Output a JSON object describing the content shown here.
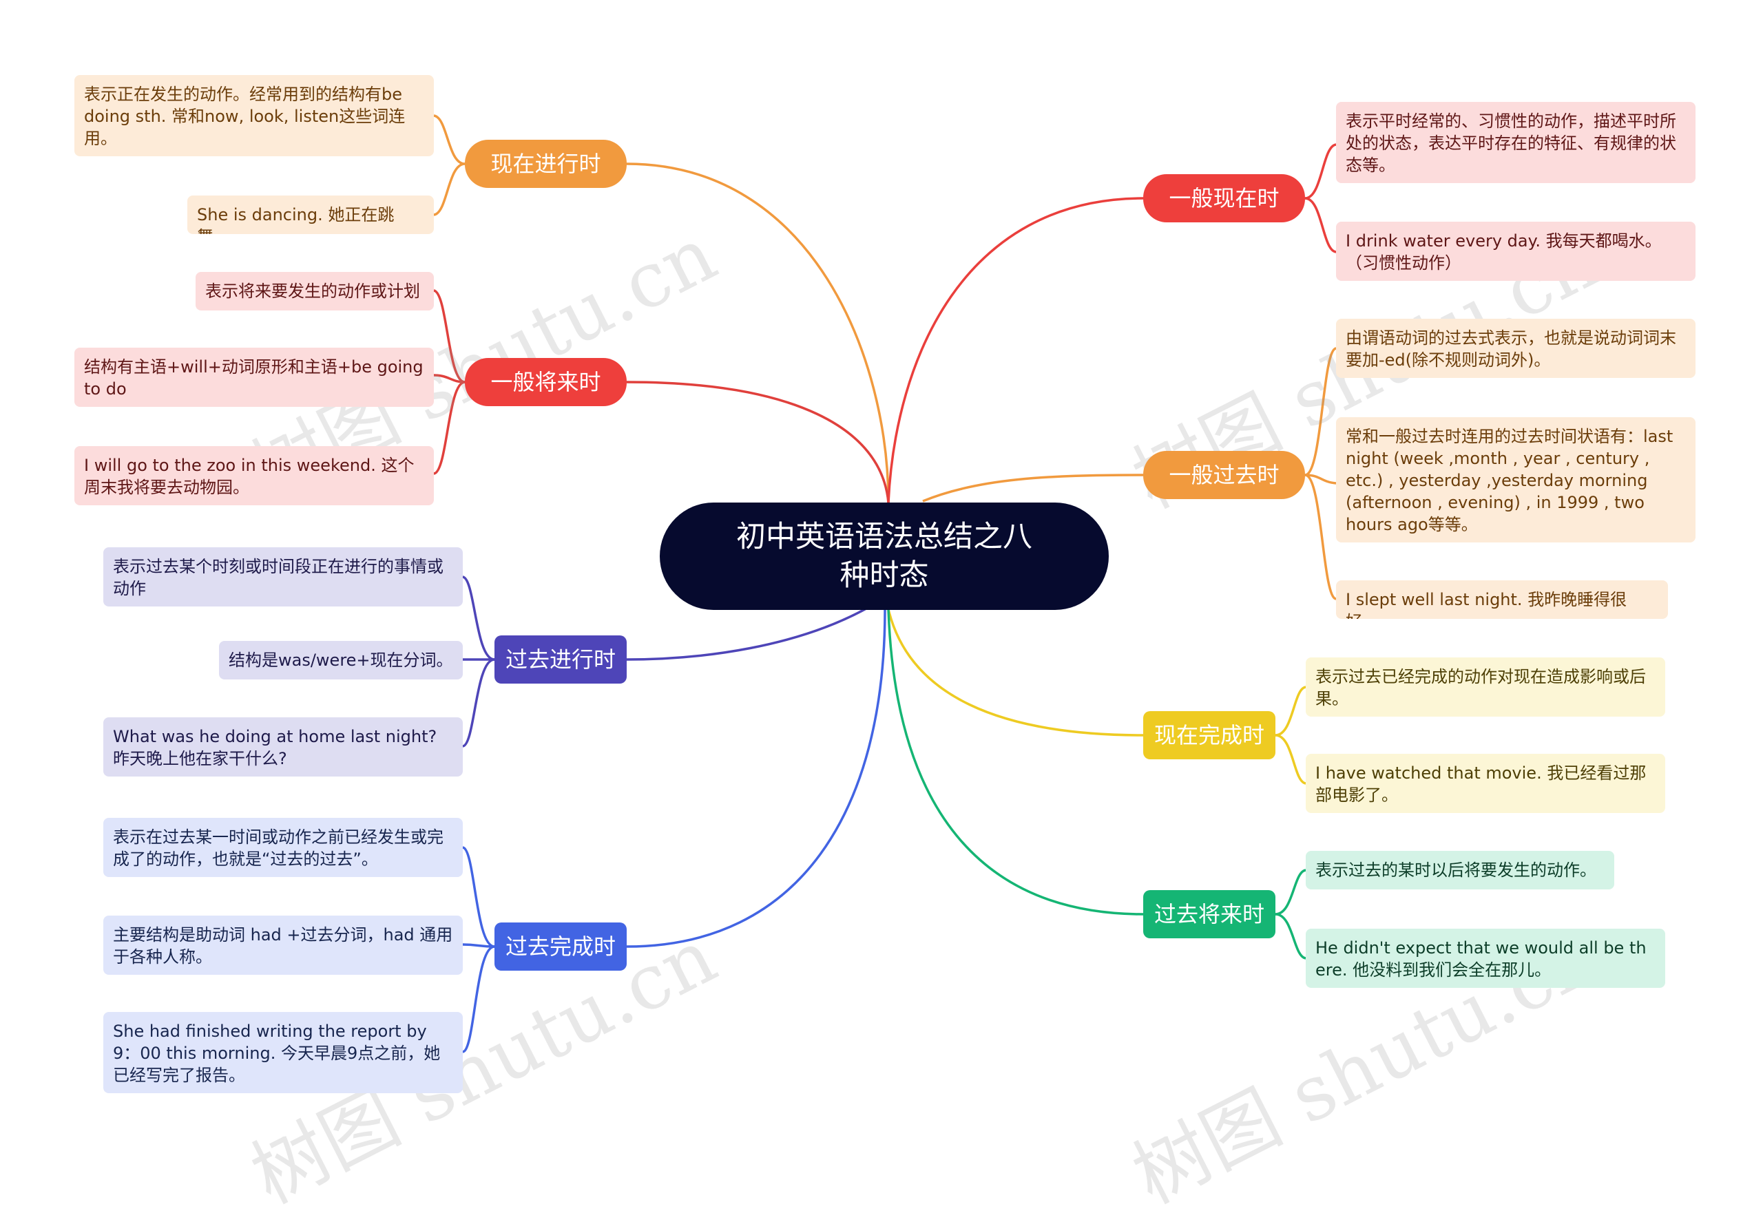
{
  "title": "初中英语语法总结之八种时态",
  "watermark": "树图 shutu.cn",
  "colors": {
    "orange": "#f19a3e",
    "red": "#ee3f3c",
    "purple": "#4e45b8",
    "blue": "#4264e3",
    "yellow": "#eecb22",
    "green": "#15b574"
  },
  "branches": [
    {
      "label": "现在进行时",
      "leaves": [
        "表示正在发生的动作。经常用到的结构有be doing sth. 常和now, look, listen这些词连用。",
        "She is dancing. 她正在跳舞。"
      ]
    },
    {
      "label": "一般将来时",
      "leaves": [
        "表示将来要发生的动作或计划",
        "结构有主语+will+动词原形和主语+be going to do",
        "I will go to the zoo in this weekend. 这个周末我将要去动物园。"
      ]
    },
    {
      "label": "过去进行时",
      "leaves": [
        "表示过去某个时刻或时间段正在进行的事情或动作",
        "结构是was/were+现在分词。",
        "What was he doing at home last night? 昨天晚上他在家干什么?"
      ]
    },
    {
      "label": "过去完成时",
      "leaves": [
        "表示在过去某一时间或动作之前已经发生或完成了的动作，也就是“过去的过去”。",
        "主要结构是助动词 had +过去分词，had 通用于各种人称。",
        "She had finished writing the report by 9：00 this morning. 今天早晨9点之前，她已经写完了报告。"
      ]
    },
    {
      "label": "一般现在时",
      "leaves": [
        "表示平时经常的、习惯性的动作，描述平时所处的状态，表达平时存在的特征、有规律的状态等。",
        " I drink water every day. 我每天都喝水。（习惯性动作）"
      ]
    },
    {
      "label": "一般过去时",
      "leaves": [
        "由谓语动词的过去式表示，也就是说动词词末要加-ed(除不规则动词外)。",
        "常和一般过去时连用的过去时间状语有：last night (week ,month , year , century , etc.) , yesterday ,yesterday morning (afternoon , evening) , in 1999 , two hours ago等等。",
        "I slept well last night. 我昨晚睡得很好。"
      ]
    },
    {
      "label": "现在完成时",
      "leaves": [
        "表示过去已经完成的动作对现在造成影响或后果。",
        "I have watched that movie. 我已经看过那部电影了。"
      ]
    },
    {
      "label": "过去将来时",
      "leaves": [
        "表示过去的某时以后将要发生的动作。",
        "He didn't expect that we would all be there. 他没料到我们会全在那儿。"
      ]
    }
  ]
}
